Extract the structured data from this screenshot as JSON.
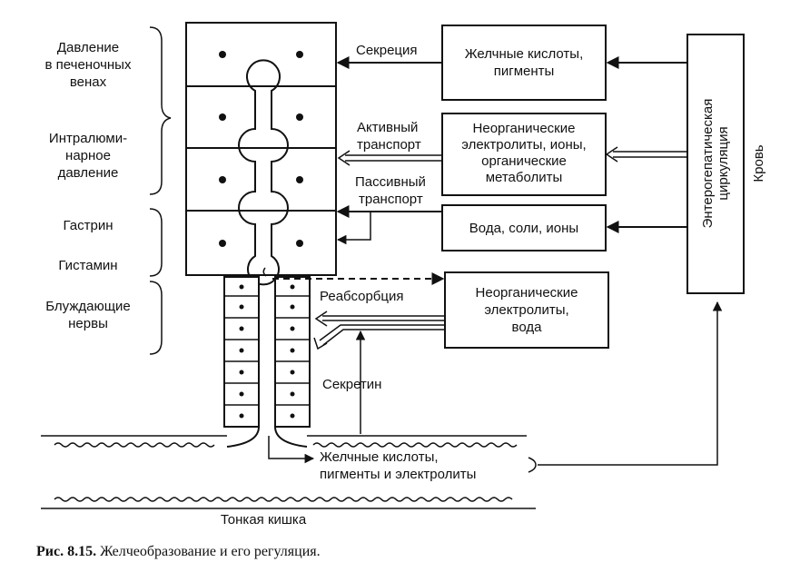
{
  "left_labels": {
    "pressure_hepatic": [
      "Давление",
      "в печеночных",
      "венах"
    ],
    "intraluminal": [
      "Интралюми-",
      "нарное",
      "давление"
    ],
    "gastrin": "Гастрин",
    "histamine": "Гистамин",
    "vagus": [
      "Блуждающие",
      "нервы"
    ]
  },
  "flow_labels": {
    "secretion": "Секреция",
    "active": [
      "Активный",
      "транспорт"
    ],
    "passive": [
      "Пассивный",
      "транспорт"
    ],
    "reabsorption": "Реабсорбция",
    "secretin": "Секретин"
  },
  "boxes": {
    "bile_acids": [
      "Желчные кислоты,",
      "пигменты"
    ],
    "inorganic": [
      "Неорганические",
      "электролиты, ионы,",
      "органические",
      "метаболиты"
    ],
    "water": "Вода,  соли, ионы",
    "inorganic_water": [
      "Неорганические",
      "электролиты,",
      "вода"
    ],
    "enterohepatic": [
      "Энтерогепатическая",
      "циркуляция"
    ]
  },
  "blood": "Кровь",
  "bottom": {
    "output": [
      "Желчные кислоты,",
      "пигменты и электролиты"
    ],
    "intestine": "Тонкая кишка"
  },
  "caption": {
    "number": "Рис. 8.15.",
    "text": " Желчеобразование и его регуляция."
  }
}
